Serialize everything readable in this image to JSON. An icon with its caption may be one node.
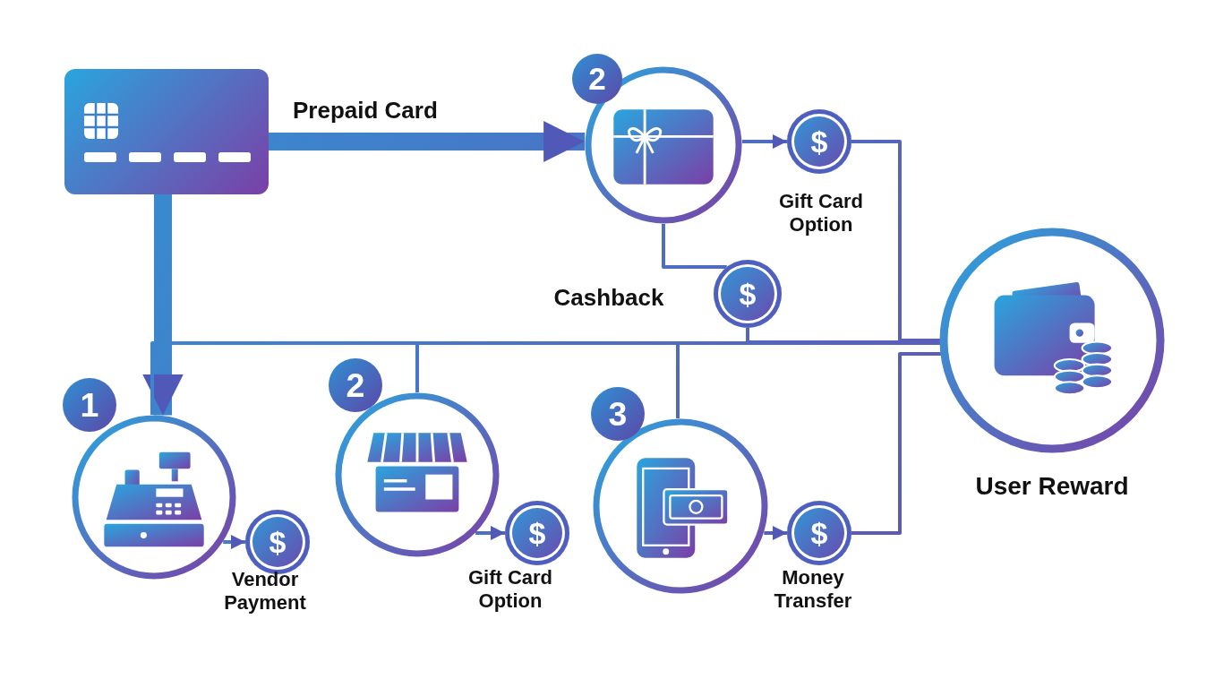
{
  "diagram": {
    "nodes": [
      {
        "text": [],
        "shape": "card"
      },
      {
        "text": [
          "2"
        ]
      },
      {
        "text": [
          "$"
        ],
        "beside": [
          "Gift Card Option"
        ]
      },
      {
        "text": [
          "$"
        ],
        "beside": [
          "Cashback"
        ]
      },
      {
        "text": [
          "User Reward"
        ]
      },
      {
        "text": [
          "1"
        ]
      },
      {
        "text": [
          "$"
        ],
        "beside": [
          "Vendor Payment"
        ]
      },
      {
        "text": [
          "2"
        ]
      },
      {
        "text": [
          "$"
        ],
        "beside": [
          "Gift Card Option"
        ]
      },
      {
        "text": [
          "3"
        ]
      },
      {
        "text": [
          "$"
        ],
        "beside": [
          "Money Transfer"
        ]
      }
    ],
    "edges": [
      {
        "from": 0,
        "to": 1,
        "arrow": "to",
        "label": "Prepaid Card",
        "style": "thick"
      },
      {
        "from": 0,
        "to": 5,
        "arrow": "to",
        "style": "thick"
      },
      {
        "from": 1,
        "to": 2,
        "arrow": "to"
      },
      {
        "from": 2,
        "to": 4,
        "arrow": "none"
      },
      {
        "from": 1,
        "to": 3,
        "arrow": "none"
      },
      {
        "from": 3,
        "to": 4,
        "arrow": "none"
      },
      {
        "from": 5,
        "to": 4,
        "arrow": "none"
      },
      {
        "from": 7,
        "to": 4,
        "arrow": "none"
      },
      {
        "from": 9,
        "to": 4,
        "arrow": "none"
      },
      {
        "from": 5,
        "to": 6,
        "arrow": "to"
      },
      {
        "from": 7,
        "to": 8,
        "arrow": "to"
      },
      {
        "from": 9,
        "to": 10,
        "arrow": "to"
      },
      {
        "from": 10,
        "to": 4,
        "arrow": "none"
      }
    ]
  }
}
